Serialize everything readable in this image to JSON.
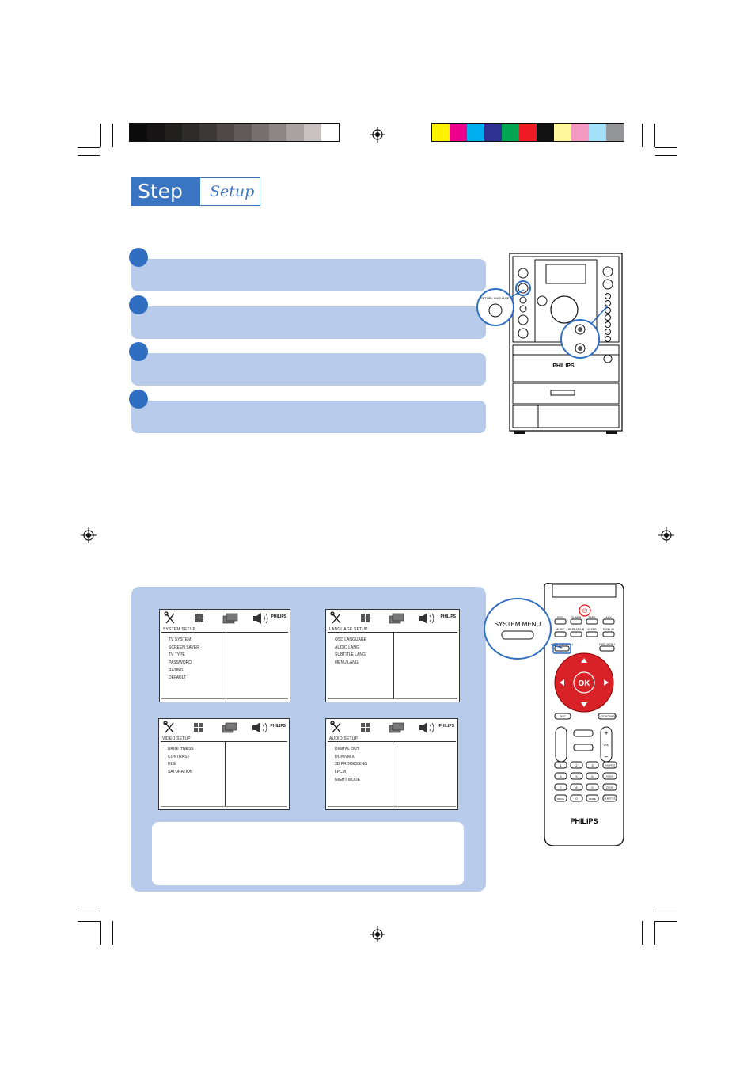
{
  "header": {
    "step": "Step B",
    "subtitle": "Setup"
  },
  "color_bars": {
    "gray": [
      "#0b0b0b",
      "#161414",
      "#221f1f",
      "#2f2b2b",
      "#3d3838",
      "#4e4848",
      "#615a5a",
      "#776f6f",
      "#8e8686",
      "#aaa2a2",
      "#c8c2c2",
      "#ffffff"
    ],
    "color": [
      "#fff200",
      "#ec008c",
      "#00aeef",
      "#2e3192",
      "#00a651",
      "#ed1c24",
      "#111111",
      "#fff799",
      "#f49ac1",
      "#a6e1fa",
      "#939598"
    ]
  },
  "instructions": [
    "",
    "",
    "",
    ""
  ],
  "osd_screens": [
    {
      "title": "SYSTEM SETUP",
      "brand": "PHILIPS",
      "items": [
        "TV SYSTEM",
        "SCREEN SAVER",
        "TV TYPE",
        "PASSWORD",
        "RATING",
        "DEFAULT"
      ]
    },
    {
      "title": "LANGUAGE SETUP",
      "brand": "PHILIPS",
      "items": [
        "OSD LANGUAGE",
        "AUDIO LANG",
        "SUBTITLE LANG",
        "MENU LANG"
      ]
    },
    {
      "title": "VIDEO SETUP",
      "brand": "PHILIPS",
      "items": [
        "BRIGHTNESS",
        "CONTRAST",
        "HUE",
        "SATURATION"
      ]
    },
    {
      "title": "AUDIO SETUP",
      "brand": "PHILIPS",
      "items": [
        "DIGITAL OUT",
        "DOWNMIX",
        "3D PROCESSING",
        "LPCM",
        "NIGHT MODE"
      ]
    }
  ],
  "stereo": {
    "brand": "PHILIPS",
    "callout": "SETUP LANGUAGE"
  },
  "remote": {
    "brand": "PHILIPS",
    "callout": "SYSTEM MENU",
    "menu_label": "SYSTEM MENU",
    "disc_menu_label": "DISC MENU",
    "ok": "OK",
    "source_buttons": [
      "DISC",
      "TUNER",
      "TAPE",
      "AUX"
    ],
    "row2": [
      "MUSIC",
      "REPEAT A-B",
      "SLEEP",
      "DISPLAY"
    ],
    "keypad": [
      "1",
      "2",
      "3",
      "4",
      "5",
      "6",
      "7",
      "8",
      "9",
      "0"
    ],
    "side_keys": [
      "SHUFFLE",
      "AUDIO",
      "ZOOM",
      "SUBTITLE"
    ],
    "extra_keys": [
      "PROG",
      "MUTE"
    ],
    "disc_btn": "DISC",
    "clock_btn": "CLOCK/TIMER",
    "vol": "VOL"
  }
}
